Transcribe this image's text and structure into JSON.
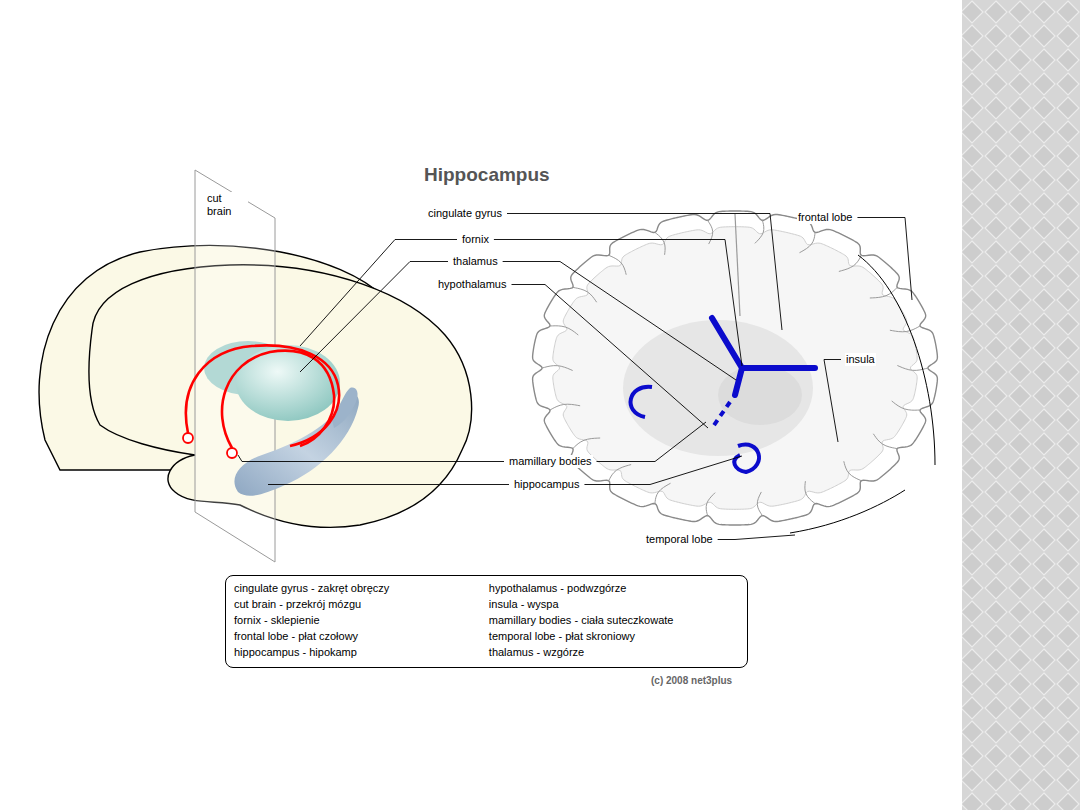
{
  "diagram": {
    "title": "Hippocampus",
    "nodes": [
      {
        "text": [
          "cingulate gyrus - zakręt obręczy",
          "cut brain - przekrój mózgu",
          "fornix - sklepienie",
          "frontal lobe - płat czołowy",
          "hippocampus - hipokamp",
          "hypothalamus - podwzgórze",
          "insula - wyspa",
          "mamillary bodies - ciała suteczkowate",
          "temporal lobe - płat skroniowy",
          "thalamus - wzgórze"
        ]
      }
    ],
    "labels": [
      "cut brain",
      "cingulate gyrus",
      "fornix",
      "thalamus",
      "hypothalamus",
      "frontal lobe",
      "insula",
      "mamillary bodies",
      "hippocampus",
      "temporal lobe",
      "(c) 2008 net3plus"
    ]
  }
}
